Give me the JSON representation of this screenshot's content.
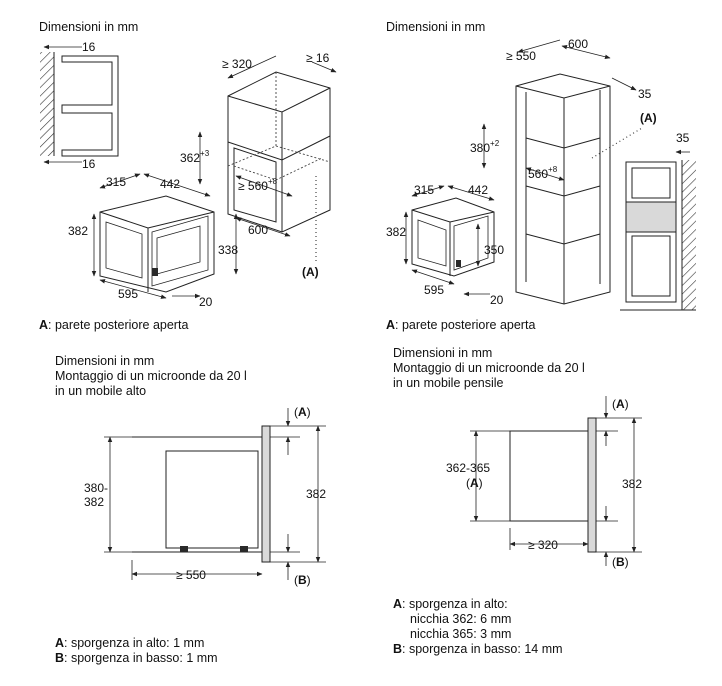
{
  "panels": {
    "top_left": {
      "title": "Dimensioni in mm",
      "dims": {
        "d16_top": "16",
        "d16_bot": "16",
        "d320": "≥ 320",
        "d16_r": "≥ 16",
        "d362": "362",
        "d362_sup": "+3",
        "d560": "≥ 560",
        "d560_sup": "+8",
        "d600": "600",
        "d315": "315",
        "d442": "442",
        "d382": "382",
        "d338": "338",
        "d595": "595",
        "d20": "20",
        "label_a": "(A)"
      },
      "note_key": "A",
      "note_text": ": parete posteriore aperta"
    },
    "top_right": {
      "title": "Dimensioni in mm",
      "dims": {
        "d550": "≥ 550",
        "d600": "600",
        "d35_a": "35",
        "label_a": "(A)",
        "d35_b": "35",
        "d380": "380",
        "d380_sup": "+2",
        "d560": "560",
        "d560_sup": "+8",
        "d315": "315",
        "d442": "442",
        "d382": "382",
        "d350": "350",
        "d595": "595",
        "d20": "20"
      },
      "note_key": "A",
      "note_text": ": parete posteriore aperta"
    },
    "bottom_left": {
      "title_lines": [
        "Dimensioni in mm",
        "Montaggio di un microonde da 20 l",
        "in un mobile alto"
      ],
      "dims": {
        "label_a": "A",
        "d380": "380-",
        "d382b": "382",
        "d382": "382",
        "d550": "≥ 550",
        "label_b": "B"
      },
      "notes": [
        {
          "key": "A",
          "text": ": sporgenza in alto: 1 mm"
        },
        {
          "key": "B",
          "text": ": sporgenza in basso: 1 mm"
        }
      ]
    },
    "bottom_right": {
      "title_lines": [
        "Dimensioni in mm",
        "Montaggio di un microonde da 20 l",
        "in un mobile pensile"
      ],
      "dims": {
        "label_a": "A",
        "d362": "362-365",
        "label_a2": "A",
        "d382": "382",
        "d320": "≥ 320",
        "label_b": "B"
      },
      "notes": [
        {
          "key": "A",
          "text": ": sporgenza in alto:"
        },
        {
          "key": "",
          "text": "nicchia 362: 6 mm"
        },
        {
          "key": "",
          "text": "nicchia 365: 3 mm"
        },
        {
          "key": "B",
          "text": ": sporgenza in basso: 14 mm"
        }
      ]
    }
  }
}
